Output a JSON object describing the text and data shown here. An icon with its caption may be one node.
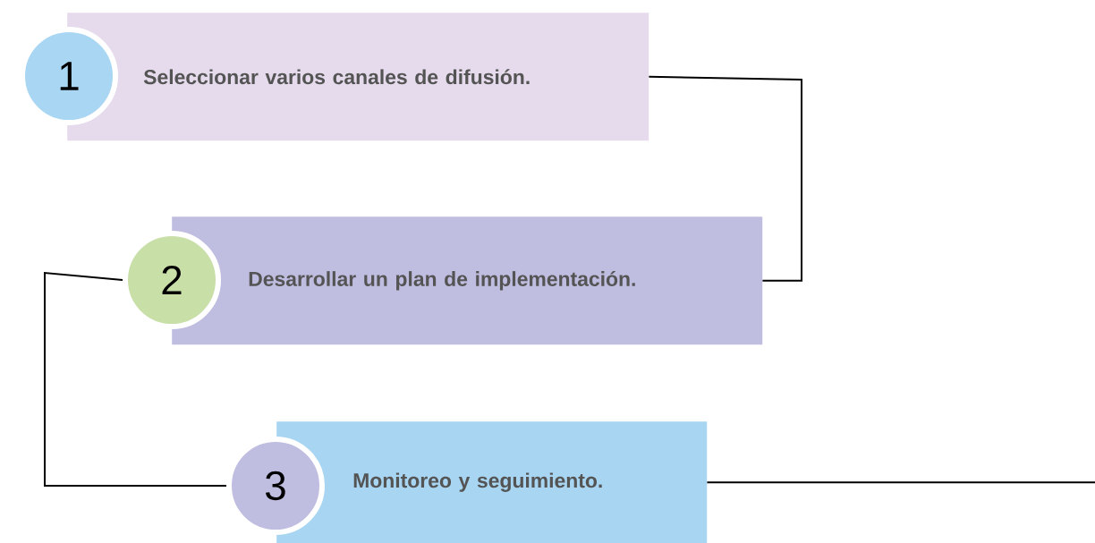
{
  "diagram": {
    "nodes": [
      {
        "text": [
          "1"
        ]
      },
      {
        "text": [
          "Seleccionar varios canales de difusión."
        ]
      },
      {
        "text": [
          "2"
        ]
      },
      {
        "text": [
          "Desarrollar un plan de implementación."
        ]
      },
      {
        "text": [
          "3"
        ]
      },
      {
        "text": [
          "Monitoreo y seguimiento."
        ]
      }
    ],
    "edges": [
      {
        "from": 1,
        "to": 3,
        "arrow": "none"
      },
      {
        "from": 2,
        "to": 4,
        "arrow": "none"
      },
      {
        "from": 5,
        "to": null,
        "arrow": "none"
      }
    ]
  }
}
